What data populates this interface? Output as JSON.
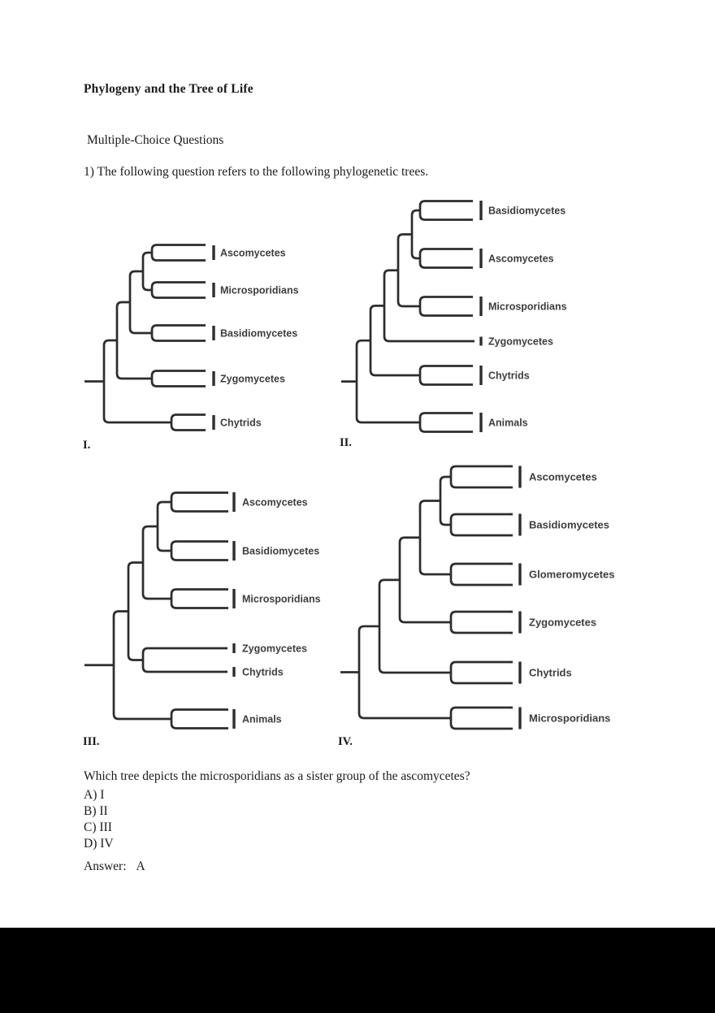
{
  "page": {
    "title": "Phylogeny and the Tree of Life",
    "section_heading": "Multiple-Choice Questions",
    "question_intro": "1) The following question refers to the following phylogenetic trees.",
    "question": "Which tree depicts the microsporidians as a sister group of the ascomycetes?",
    "options": [
      "A) I",
      "B) II",
      "C) III",
      "D) IV"
    ],
    "answer_label": "Answer:",
    "answer_value": "A"
  },
  "colors": {
    "tree_stroke": "#2d2d2d",
    "body_text": "#1a1a1a",
    "footer_bar": "#000000"
  },
  "trees": [
    {
      "numeral": "I.",
      "taxa": [
        {
          "name": "Ascomycetes",
          "style": "bracket"
        },
        {
          "name": "Microsporidians",
          "style": "bracket"
        },
        {
          "name": "Basidiomycetes",
          "style": "bracket"
        },
        {
          "name": "Zygomycetes",
          "style": "bracket"
        },
        {
          "name": "Chytrids",
          "style": "bracket"
        }
      ],
      "topology": [
        [
          [
            [
              0,
              1
            ],
            2
          ],
          3
        ],
        4
      ]
    },
    {
      "numeral": "II.",
      "taxa": [
        {
          "name": "Basidiomycetes",
          "style": "bracket"
        },
        {
          "name": "Ascomycetes",
          "style": "bracket"
        },
        {
          "name": "Microsporidians",
          "style": "bracket"
        },
        {
          "name": "Zygomycetes",
          "style": "line"
        },
        {
          "name": "Chytrids",
          "style": "bracket"
        },
        {
          "name": "Animals",
          "style": "bracket"
        }
      ],
      "topology": [
        [
          [
            [
              [
                0,
                1
              ],
              2
            ],
            3
          ],
          4
        ],
        5
      ]
    },
    {
      "numeral": "III.",
      "taxa": [
        {
          "name": "Ascomycetes",
          "style": "bracket"
        },
        {
          "name": "Basidiomycetes",
          "style": "bracket"
        },
        {
          "name": "Microsporidians",
          "style": "bracket"
        },
        {
          "name": "Zygomycetes",
          "style": "line"
        },
        {
          "name": "Chytrids",
          "style": "line"
        },
        {
          "name": "Animals",
          "style": "bracket"
        }
      ],
      "topology": [
        [
          [
            [
              0,
              1
            ],
            2
          ],
          [
            3,
            4
          ]
        ],
        5
      ]
    },
    {
      "numeral": "IV.",
      "taxa": [
        {
          "name": "Ascomycetes",
          "style": "bracket"
        },
        {
          "name": "Basidiomycetes",
          "style": "bracket"
        },
        {
          "name": "Glomeromycetes",
          "style": "bracket"
        },
        {
          "name": "Zygomycetes",
          "style": "bracket"
        },
        {
          "name": "Chytrids",
          "style": "bracket"
        },
        {
          "name": "Microsporidians",
          "style": "bracket"
        }
      ],
      "topology": [
        [
          [
            [
              [
                0,
                1
              ],
              2
            ],
            3
          ],
          4
        ],
        5
      ]
    }
  ]
}
